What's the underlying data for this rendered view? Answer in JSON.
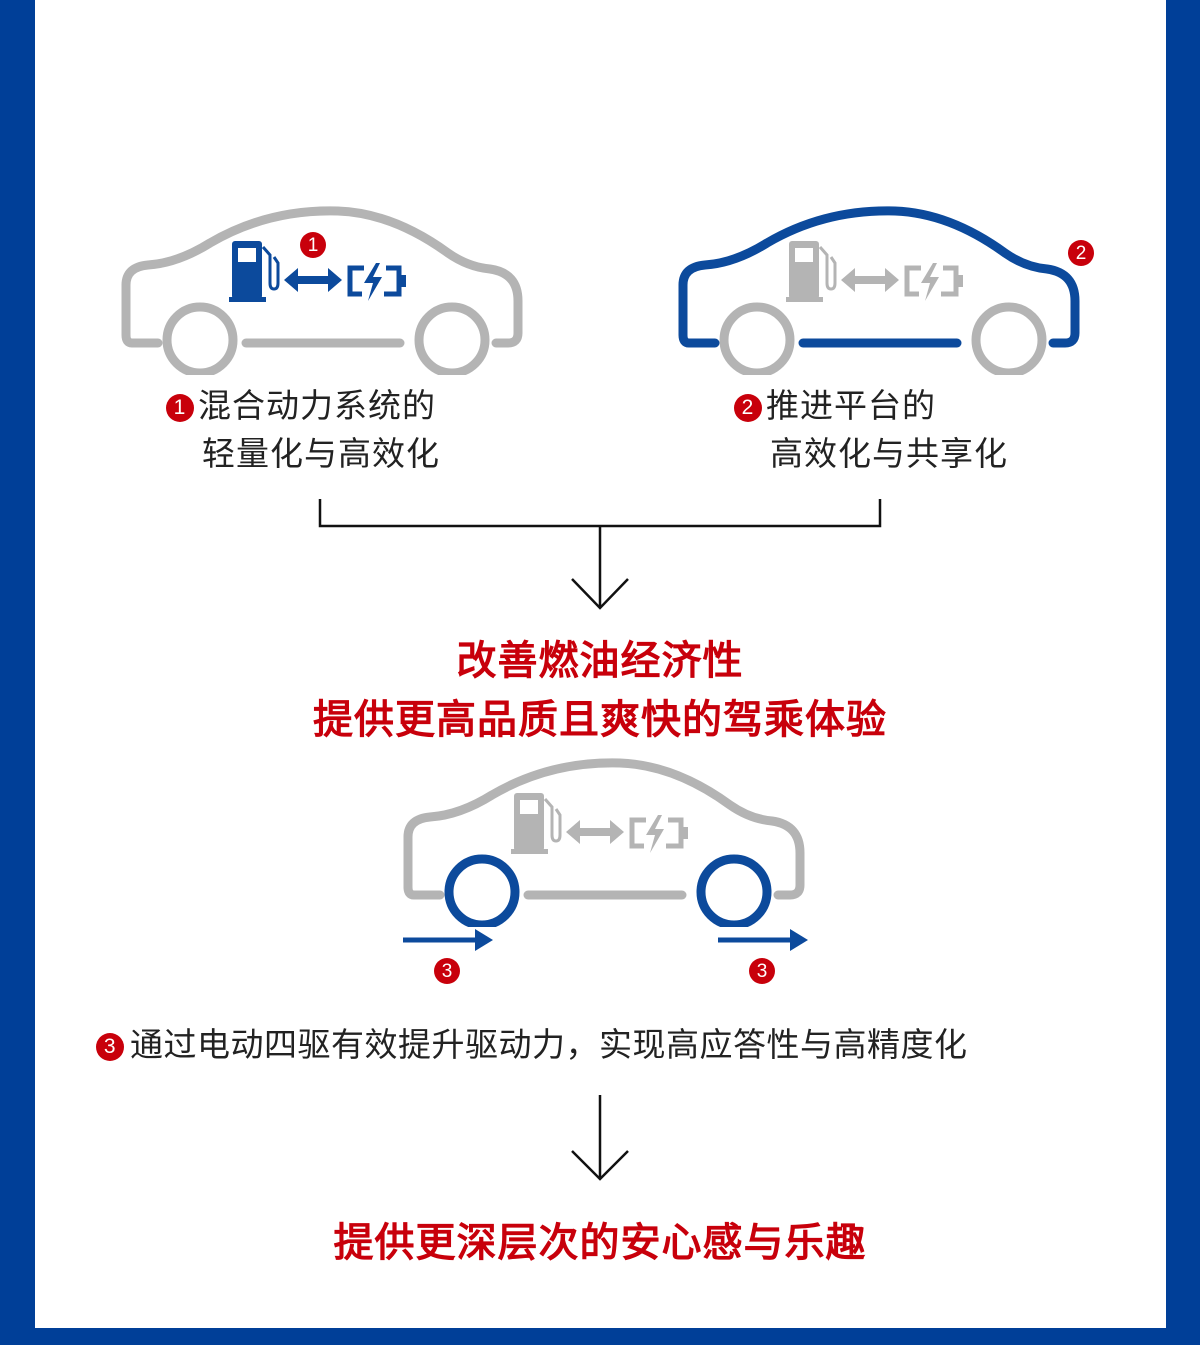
{
  "colors": {
    "frame_blue": "#003f98",
    "icon_blue": "#0c4a9c",
    "gray": "#b4b4b4",
    "red": "#c8000b"
  },
  "diagram": {
    "car1": {
      "badge": "1",
      "highlight": "powertrain",
      "icons": [
        "fuel-pump-icon",
        "bidirectional-arrow-icon",
        "battery-charge-icon"
      ],
      "caption_line1": "混合动力系统的",
      "caption_line2": "轻量化与高效化"
    },
    "car2": {
      "badge": "2",
      "highlight": "body-platform",
      "icons": [
        "fuel-pump-icon",
        "bidirectional-arrow-icon",
        "battery-charge-icon"
      ],
      "caption_line1": "推进平台的",
      "caption_line2": "高效化与共享化"
    },
    "result1": {
      "line1": "改善燃油经济性",
      "line2": "提供更高品质且爽快的驾乘体验"
    },
    "car3": {
      "badge_front": "3",
      "badge_rear": "3",
      "highlight": "wheels",
      "icons": [
        "fuel-pump-icon",
        "bidirectional-arrow-icon",
        "battery-charge-icon",
        "drive-arrow-icon"
      ],
      "caption_badge": "3",
      "caption": "通过电动四驱有效提升驱动力，实现高应答性与高精度化"
    },
    "result2": {
      "line1": "提供更深层次的安心感与乐趣"
    }
  }
}
